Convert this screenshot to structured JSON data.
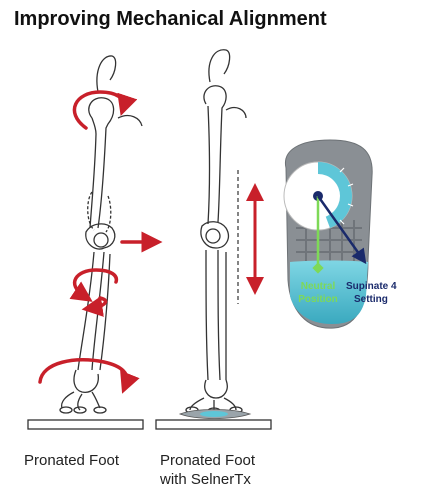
{
  "title": "Improving Mechanical Alignment",
  "captions": {
    "left": "Pronated Foot",
    "right_line1": "Pronated Foot",
    "right_line2": "with SelnerTx"
  },
  "insole_labels": {
    "neutral_line1": "Neutral",
    "neutral_line2": "Position",
    "supinate_line1": "Supinate 4",
    "supinate_line2": "Setting"
  },
  "colors": {
    "arrow_red": "#c8202a",
    "neutral_green": "#7ed957",
    "supinate_navy": "#1a2a6b",
    "insole_blue": "#5ec6d8",
    "insole_gray": "#8a8f94"
  }
}
